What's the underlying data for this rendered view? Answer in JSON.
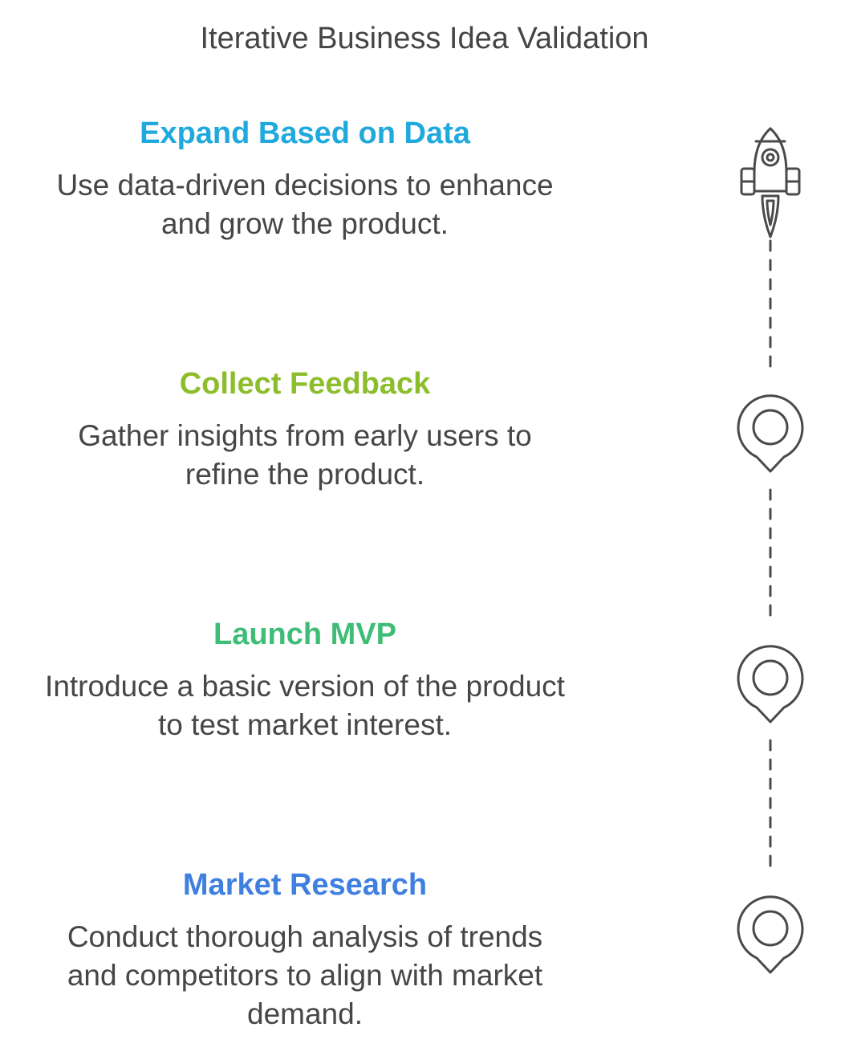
{
  "title": "Iterative Business Idea Validation",
  "stages": [
    {
      "heading": "Expand Based on Data",
      "color": "#1fa9dc",
      "icon": "rocket-icon",
      "desc_lines": [
        "Use data-driven decisions to enhance",
        "and grow the product."
      ]
    },
    {
      "heading": "Collect Feedback",
      "color": "#8cbd2b",
      "icon": "map-pin-icon",
      "desc_lines": [
        "Gather insights from early users to",
        "refine the product."
      ]
    },
    {
      "heading": "Launch MVP",
      "color": "#3dbd76",
      "icon": "map-pin-icon",
      "desc_lines": [
        "Introduce a basic version of the product",
        "to test market interest."
      ]
    },
    {
      "heading": "Market Research",
      "color": "#3f7fe0",
      "icon": "map-pin-icon",
      "desc_lines": [
        "Conduct thorough analysis of trends",
        "and competitors to align with market",
        "demand."
      ]
    }
  ],
  "icon_stroke_color": "#4a4a4a"
}
